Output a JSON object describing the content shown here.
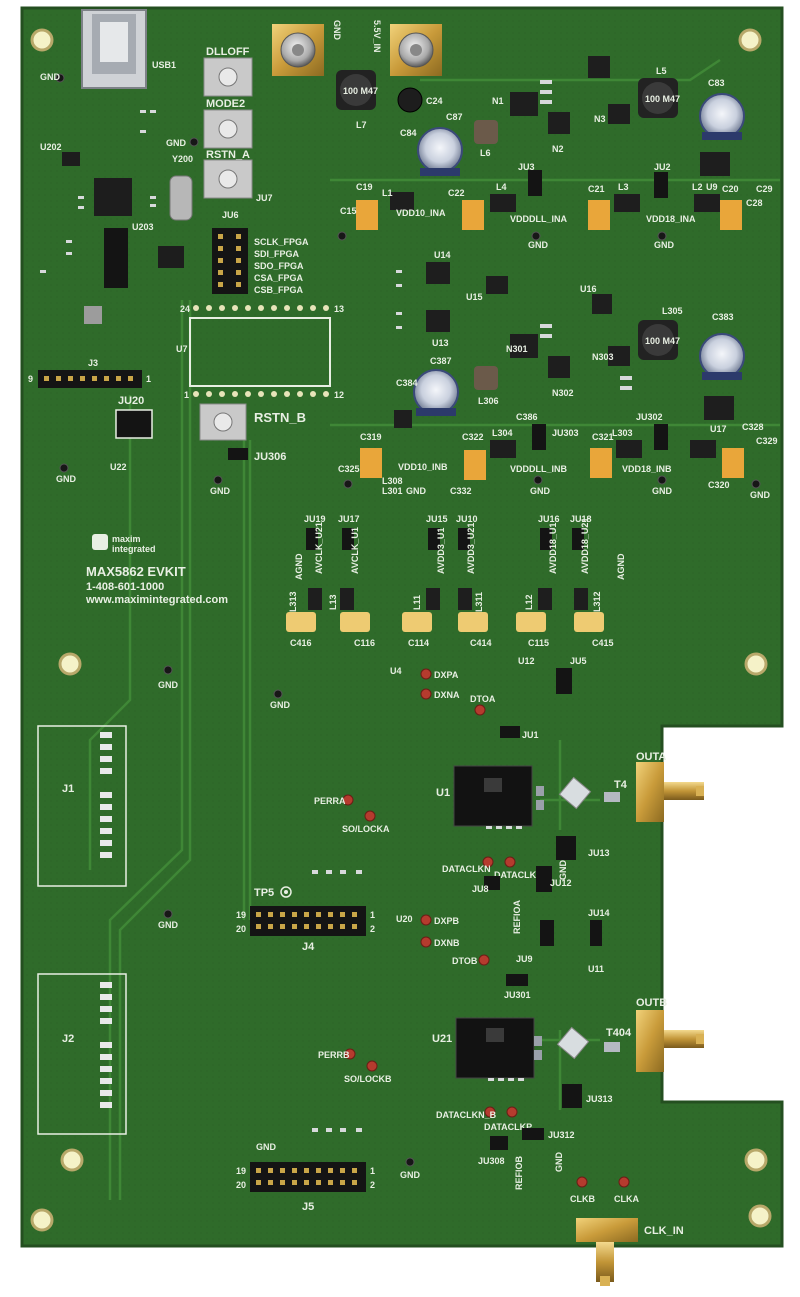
{
  "board": {
    "title": "MAX5862 EVKIT",
    "phone": "1-408-601-1000",
    "website": "www.maximintegrated.com",
    "brand_line1": "maxim",
    "brand_line2": "integrated",
    "pcb_color": "#2f6b2a",
    "silk_color": "#e8efe3"
  },
  "connectors": {
    "usb": "USB1",
    "outa": "OUTA",
    "outb": "OUTB",
    "clk_in": "CLK_IN",
    "j1": "J1",
    "j2": "J2",
    "j3": "J3",
    "j4": "J4",
    "j5": "J5",
    "tp5": "TP5",
    "gnd_post": "GND",
    "vin_post": "5.5V_IN",
    "t4": "T4",
    "t404": "T404"
  },
  "buttons": {
    "dlloff": "DLLOFF",
    "mode2": "MODE2",
    "rstn_a": "RSTN_A",
    "rstn_b": "RSTN_B"
  },
  "chips": {
    "u1": "U1",
    "u21": "U21",
    "u7": "U7",
    "u202": "U202",
    "u203": "U203",
    "u4": "U4",
    "u20": "U20",
    "u11": "U11",
    "u12": "U12",
    "u22": "U22",
    "u14": "U14",
    "u15": "U15",
    "u13": "U13",
    "u16": "U16",
    "u9": "U9",
    "u17": "U17",
    "y200": "Y200"
  },
  "inductors": {
    "l7": "L7",
    "l5": "L5",
    "l6": "L6",
    "l305": "L305",
    "l306": "L306",
    "l1": "L1",
    "l2": "L2",
    "l3": "L3",
    "l4": "L4",
    "l303": "L303",
    "l304": "L304",
    "l308": "L308",
    "l301": "L301",
    "l313": "L313",
    "l13": "L13",
    "l11": "L11",
    "l311": "L311",
    "l12": "L12",
    "l312": "L312"
  },
  "rails": {
    "vdd10_ina": "VDD10_INA",
    "vdddll_ina": "VDDDLL_INA",
    "vdd18_ina": "VDD18_INA",
    "vdd10_inb": "VDD10_INB",
    "vdddll_inb": "VDDDLL_INB",
    "vdd18_inb": "VDD18_INB",
    "avclk_u21": "AVCLK_U21",
    "avclk_u1": "AVCLK_U1",
    "avdd3_u1": "AVDD3_U1",
    "avdd3_u21": "AVDD3_U21",
    "avdd18_u1": "AVDD18_U1",
    "avdd18_u21": "AVDD18_U21",
    "agnd": "AGND"
  },
  "fpga": {
    "sclk": "SCLK_FPGA",
    "sdi": "SDI_FPGA",
    "sdo": "SDO_FPGA",
    "csa": "CSA_FPGA",
    "csb": "CSB_FPGA"
  },
  "jumpers": {
    "ju7": "JU7",
    "ju6": "JU6",
    "ju20": "JU20",
    "ju306": "JU306",
    "ju3": "JU3",
    "ju2": "JU2",
    "ju303": "JU303",
    "ju302": "JU302",
    "ju19": "JU19",
    "ju17": "JU17",
    "ju15": "JU15",
    "ju10": "JU10",
    "ju16": "JU16",
    "ju18": "JU18",
    "ju5": "JU5",
    "ju1": "JU1",
    "ju13": "JU13",
    "ju12": "JU12",
    "ju8": "JU8",
    "ju9": "JU9",
    "ju14": "JU14",
    "ju301": "JU301",
    "ju313": "JU313",
    "ju312": "JU312",
    "ju308": "JU308"
  },
  "testpoints": {
    "gnd": "GND",
    "dxpa": "DXPA",
    "dxna": "DXNA",
    "dxpb": "DXPB",
    "dxnb": "DXNB",
    "dtoa": "DTOA",
    "dtob": "DTOB",
    "perra": "PERRA",
    "perrb": "PERRB",
    "so_locka": "SO/LOCKA",
    "so_lockb": "SO/LOCKB",
    "refioa": "REFIOA",
    "refiob": "REFIOB",
    "dataclkn": "DATACLKN",
    "dataclkp": "DATACLKP",
    "dataclkn_b": "DATACLKN_B",
    "dataclkp_b": "DATACLKP",
    "clkb": "CLKB",
    "clka": "CLKA"
  },
  "caps": {
    "c24": "C24",
    "c87": "C87",
    "c83": "C83",
    "c387": "C387",
    "c383": "C383",
    "c416": "C416",
    "c116": "C116",
    "c114": "C114",
    "c414": "C414",
    "c115": "C115",
    "c415": "C415",
    "c325": "C325",
    "c332": "C332",
    "c320": "C320",
    "c319": "C319",
    "c322": "C322",
    "c321": "C321",
    "c328": "C328",
    "c329": "C329",
    "c19": "C19",
    "c22": "C22",
    "c21": "C21",
    "c20": "C20",
    "c29": "C29",
    "c28": "C28",
    "c15": "C15",
    "c384": "C384",
    "c84": "C84",
    "c386": "C386"
  },
  "nets": {
    "n1": "N1",
    "n2": "N2",
    "n3": "N3",
    "n301": "N301",
    "n302": "N302",
    "n303": "N303"
  },
  "inductor_markings": {
    "l7_val": "100 M47",
    "l5_val": "100 M47",
    "l305_val": "100 M47"
  },
  "pin_numbers": {
    "j3_pin9": "9",
    "j3_pin1": "1",
    "u7_pin24": "24",
    "u7_pin13": "13",
    "u7_pin1": "1",
    "u7_pin12": "12",
    "j4_pin19": "19",
    "j4_pin20": "20",
    "j4_pin1": "1",
    "j4_pin2": "2",
    "j5_pin19": "19",
    "j5_pin20": "20",
    "j5_pin1": "1",
    "j5_pin2": "2"
  }
}
